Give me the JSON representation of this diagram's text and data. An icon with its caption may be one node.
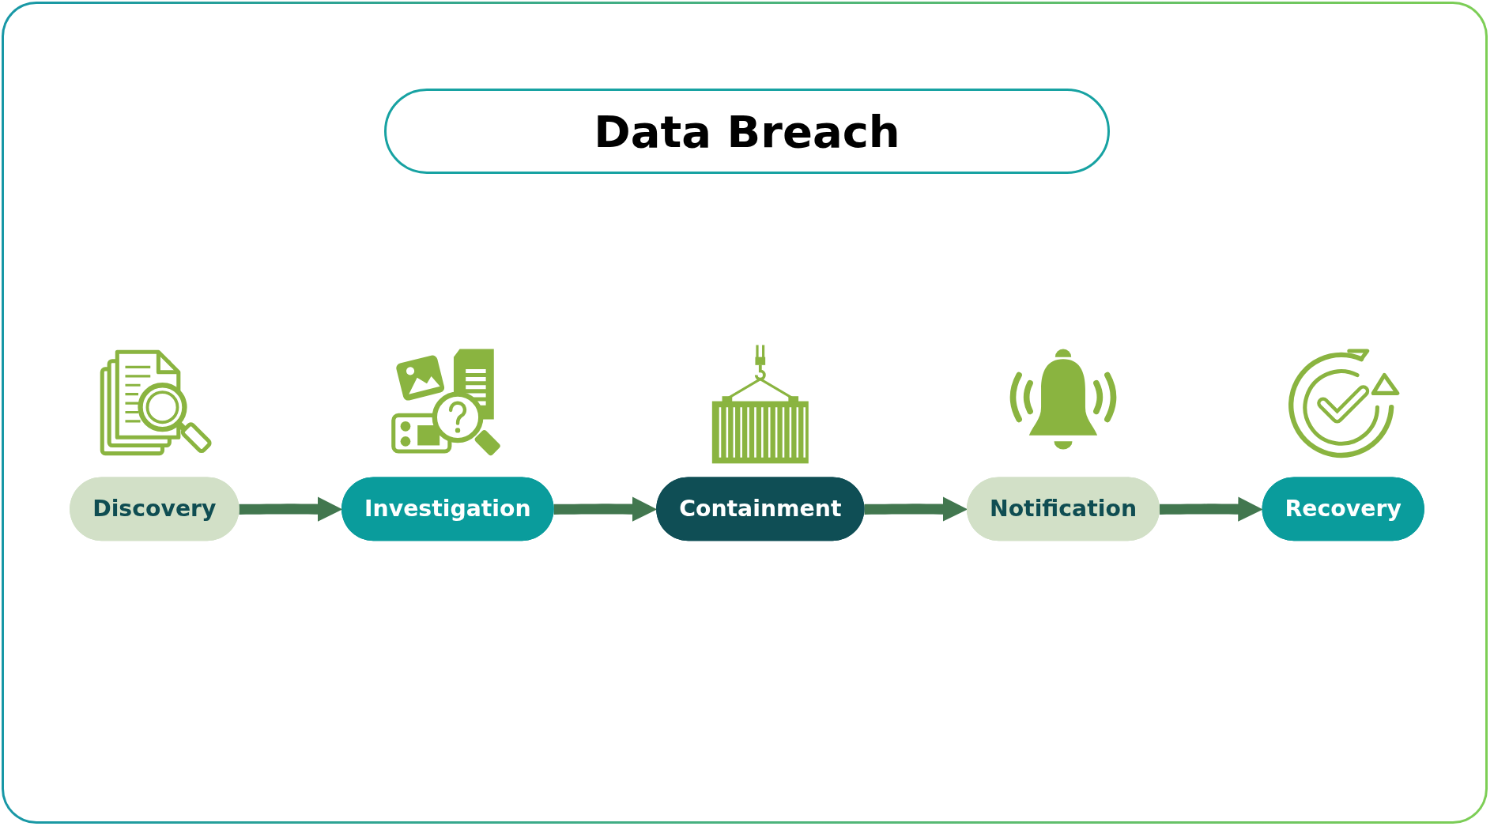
{
  "diagram": {
    "title": "Data Breach",
    "nodes": [
      {
        "text": [
          "Discovery"
        ]
      },
      {
        "text": [
          "Investigation"
        ]
      },
      {
        "text": [
          "Containment"
        ]
      },
      {
        "text": [
          "Notification"
        ]
      },
      {
        "text": [
          "Recovery"
        ]
      }
    ],
    "edges": [
      {
        "from": 0,
        "to": 1,
        "arrow": "to"
      },
      {
        "from": 1,
        "to": 2,
        "arrow": "to"
      },
      {
        "from": 2,
        "to": 3,
        "arrow": "to"
      },
      {
        "from": 3,
        "to": 4,
        "arrow": "to"
      }
    ]
  }
}
